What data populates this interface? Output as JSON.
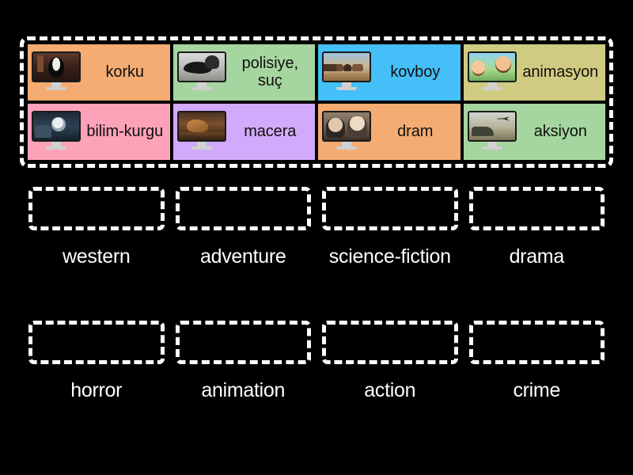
{
  "page": {
    "background_color": "#000000",
    "accent_outline_color": "#ffffff"
  },
  "tile_bank": {
    "name": "draggable-answer-bank",
    "tiles": [
      {
        "label": "korku",
        "color": "#f4ac72",
        "art": "art-horror",
        "icon": "monitor-thumbnail-horror"
      },
      {
        "label": "polisiye, suç",
        "color": "#a5d6a0",
        "art": "art-crime",
        "icon": "monitor-thumbnail-crime"
      },
      {
        "label": "kovboy",
        "color": "#44bff7",
        "art": "art-western",
        "icon": "monitor-thumbnail-western"
      },
      {
        "label": "animasyon",
        "color": "#cfcc82",
        "art": "art-animation",
        "icon": "monitor-thumbnail-animation"
      },
      {
        "label": "bilim-kurgu",
        "color": "#fca3b9",
        "art": "art-scifi",
        "icon": "monitor-thumbnail-scifi"
      },
      {
        "label": "macera",
        "color": "#d2aafb",
        "art": "art-adventure",
        "icon": "monitor-thumbnail-adventure"
      },
      {
        "label": "dram",
        "color": "#f4ac72",
        "art": "art-drama",
        "icon": "monitor-thumbnail-drama"
      },
      {
        "label": "aksiyon",
        "color": "#a5d6a0",
        "art": "art-action",
        "icon": "monitor-thumbnail-action"
      }
    ]
  },
  "dropzones": {
    "row1": [
      {
        "label": "western",
        "value": ""
      },
      {
        "label": "adventure",
        "value": ""
      },
      {
        "label": "science-fiction",
        "value": ""
      },
      {
        "label": "drama",
        "value": ""
      }
    ],
    "row2": [
      {
        "label": "horror",
        "value": ""
      },
      {
        "label": "animation",
        "value": ""
      },
      {
        "label": "action",
        "value": ""
      },
      {
        "label": "crime",
        "value": ""
      }
    ]
  }
}
